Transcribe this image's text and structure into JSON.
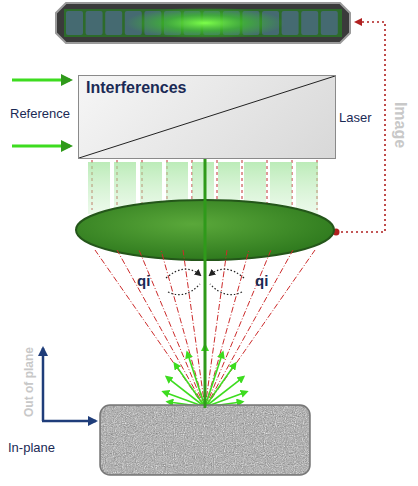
{
  "diagram": {
    "nodes": [
      {
        "text": [
          "Interferences"
        ]
      }
    ],
    "labels": [
      "Reference",
      "Laser",
      "qi",
      "qi",
      "Image",
      "Out of plane",
      "In-plane"
    ]
  }
}
